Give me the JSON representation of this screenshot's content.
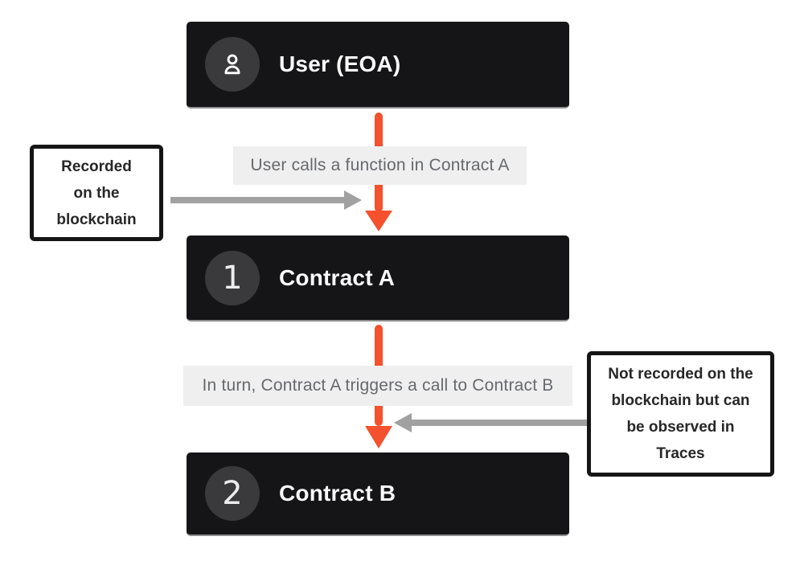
{
  "colors": {
    "accent_orange": "#f4512e",
    "arrow_gray": "#a1a1a1",
    "node_bg": "#151517",
    "node_circle_bg": "#3a3a3d",
    "label_bg": "#efeff0",
    "label_text": "#67696c",
    "annotation_border": "#151515",
    "annotation_text": "#272727"
  },
  "nodes": [
    {
      "id": "user",
      "icon": "person-icon",
      "title": "User (EOA)"
    },
    {
      "id": "contract-a",
      "badge": "1",
      "title": "Contract A"
    },
    {
      "id": "contract-b",
      "badge": "2",
      "title": "Contract B"
    }
  ],
  "edges": [
    {
      "from": "user",
      "to": "contract-a",
      "label": "User calls a function in Contract A"
    },
    {
      "from": "contract-a",
      "to": "contract-b",
      "label": "In turn, Contract A triggers a call to Contract B"
    }
  ],
  "annotations": [
    {
      "side": "left",
      "text": "Recorded on the blockchain",
      "lines": [
        "Recorded",
        "on the",
        "blockchain"
      ]
    },
    {
      "side": "right",
      "text": "Not recorded on the blockchain but can be observed in Traces",
      "lines": [
        "Not recorded on the",
        "blockchain but can",
        "be observed in",
        "Traces"
      ]
    }
  ]
}
